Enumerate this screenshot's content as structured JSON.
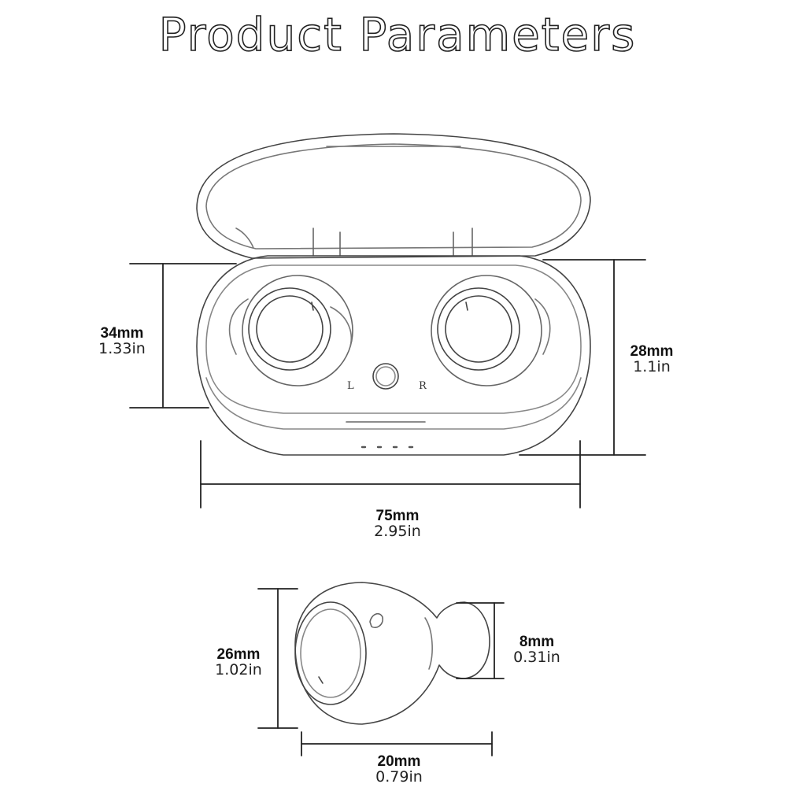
{
  "title": "Product Parameters",
  "dimensions": {
    "case_height": {
      "mm": "34mm",
      "in": "1.33in"
    },
    "case_depth": {
      "mm": "28mm",
      "in": "1.1in"
    },
    "case_width": {
      "mm": "75mm",
      "in": "2.95in"
    },
    "earbud_height": {
      "mm": "26mm",
      "in": "1.02in"
    },
    "eartip_height": {
      "mm": "8mm",
      "in": "0.31in"
    },
    "earbud_width": {
      "mm": "20mm",
      "in": "0.79in"
    }
  },
  "case_labels": {
    "left": "L",
    "right": "R"
  }
}
